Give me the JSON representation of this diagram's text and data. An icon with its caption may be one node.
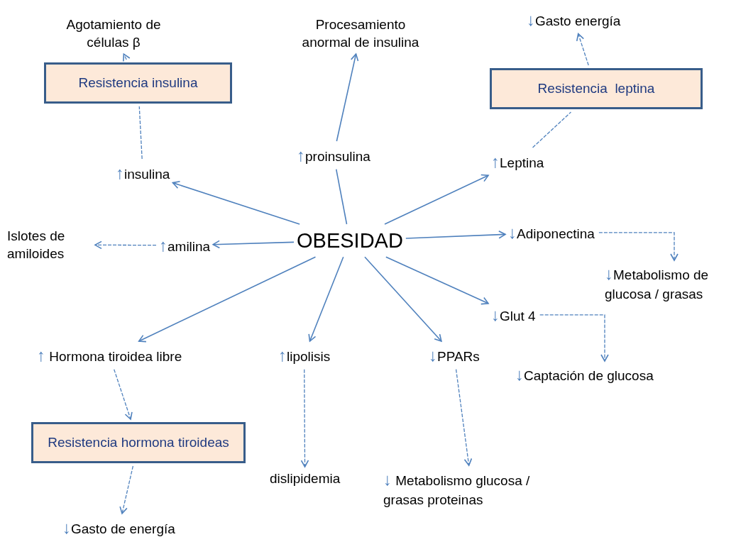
{
  "diagram": {
    "nodes": [
      {
        "text": [
          "Agotamiento de células β"
        ]
      },
      {
        "text": [
          "Resistencia insulina"
        ]
      },
      {
        "text": [
          "Procesamiento anormal de insulina"
        ]
      },
      {
        "text": [
          "↓Gasto energía"
        ]
      },
      {
        "text": [
          "Resistencia  leptina"
        ]
      },
      {
        "text": [
          "↑insulina"
        ]
      },
      {
        "text": [
          "↑proinsulina"
        ]
      },
      {
        "text": [
          "↑Leptina"
        ]
      },
      {
        "text": [
          "Islotes de amiloides"
        ]
      },
      {
        "text": [
          "↑amilina"
        ]
      },
      {
        "text": [
          "OBESIDAD"
        ]
      },
      {
        "text": [
          "↓Adiponectina"
        ]
      },
      {
        "text": [
          "↓Metabolismo de glucosa / grasas"
        ]
      },
      {
        "text": [
          "↓Glut 4"
        ]
      },
      {
        "text": [
          "↑ Hormona tiroidea libre"
        ]
      },
      {
        "text": [
          "↑lipolisis"
        ]
      },
      {
        "text": [
          "↓PPARs"
        ]
      },
      {
        "text": [
          "↓Captación de glucosa"
        ]
      },
      {
        "text": [
          "Resistencia hormona tiroideas"
        ]
      },
      {
        "text": [
          "dislipidemia"
        ]
      },
      {
        "text": [
          "↓ Metabolismo glucosa / grasas proteinas"
        ]
      },
      {
        "text": [
          "↓Gasto de energía"
        ]
      }
    ],
    "edges": [
      {
        "from": 10,
        "to": 5,
        "arrow": "to"
      },
      {
        "from": 10,
        "to": 6,
        "arrow": "none"
      },
      {
        "from": 6,
        "to": 2,
        "arrow": "to"
      },
      {
        "from": 10,
        "to": 7,
        "arrow": "to"
      },
      {
        "from": 10,
        "to": 9,
        "arrow": "to"
      },
      {
        "from": 10,
        "to": 11,
        "arrow": "to"
      },
      {
        "from": 10,
        "to": 14,
        "arrow": "to"
      },
      {
        "from": 10,
        "to": 15,
        "arrow": "to"
      },
      {
        "from": 10,
        "to": 16,
        "arrow": "to"
      },
      {
        "from": 10,
        "to": 13,
        "arrow": "to"
      },
      {
        "from": 5,
        "to": 1,
        "arrow": "none",
        "style": "dashed"
      },
      {
        "from": 1,
        "to": 0,
        "arrow": "to",
        "style": "dashed"
      },
      {
        "from": 7,
        "to": 4,
        "arrow": "none",
        "style": "dashed"
      },
      {
        "from": 4,
        "to": 3,
        "arrow": "to",
        "style": "dashed"
      },
      {
        "from": 9,
        "to": 8,
        "arrow": "to",
        "style": "dashed"
      },
      {
        "from": 11,
        "to": 12,
        "arrow": "to",
        "style": "dashed"
      },
      {
        "from": 13,
        "to": 17,
        "arrow": "to",
        "style": "dashed"
      },
      {
        "from": 14,
        "to": 18,
        "arrow": "to",
        "style": "dashed"
      },
      {
        "from": 18,
        "to": 21,
        "arrow": "to",
        "style": "dashed"
      },
      {
        "from": 15,
        "to": 19,
        "arrow": "to",
        "style": "dashed"
      },
      {
        "from": 16,
        "to": 20,
        "arrow": "to",
        "style": "dashed"
      }
    ]
  }
}
